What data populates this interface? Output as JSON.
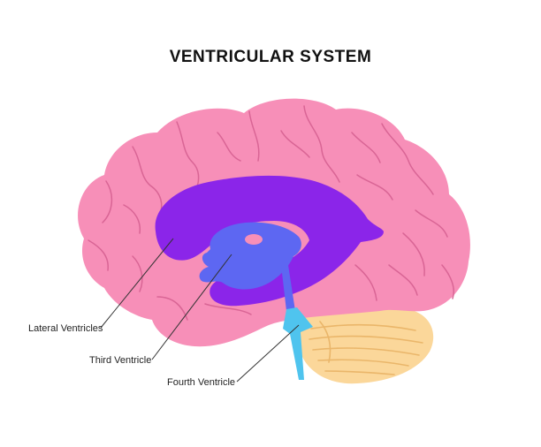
{
  "title": "VENTRICULAR SYSTEM",
  "labels": {
    "lateral": "Lateral Ventricles",
    "third": "Third Ventricle",
    "fourth": "Fourth Ventricle"
  },
  "colors": {
    "cerebrum": "#f78fb8",
    "cerebrum_folds": "#d96595",
    "cerebellum": "#fbd79a",
    "cerebellum_folds": "#eab66a",
    "lateral_ventricles": "#8b25e9",
    "third_ventricle": "#5d67f2",
    "fourth_ventricle": "#4fc4ee",
    "leader_lines": "#333333"
  }
}
